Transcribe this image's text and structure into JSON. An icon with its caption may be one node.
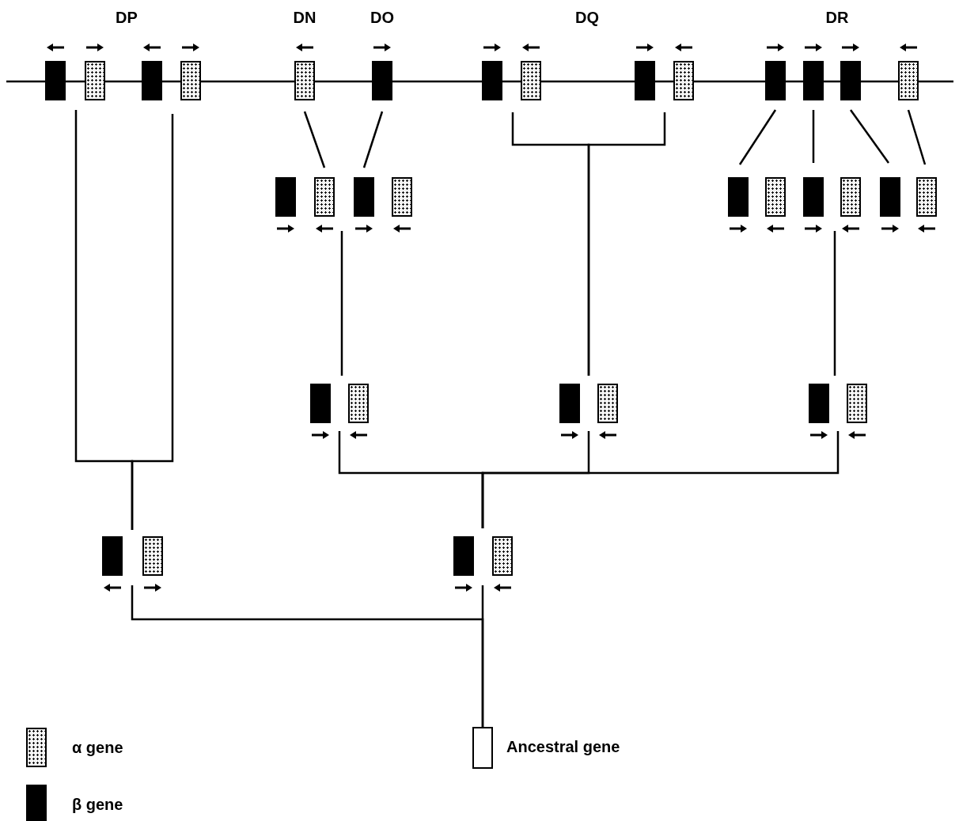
{
  "diagram": {
    "nodes": [
      {
        "text": [],
        "shape": "box"
      },
      {
        "text": [],
        "shape": "box"
      },
      {
        "text": [],
        "shape": "box"
      },
      {
        "text": [],
        "shape": "box"
      },
      {
        "text": [],
        "shape": "box"
      },
      {
        "text": [],
        "shape": "box"
      },
      {
        "text": [],
        "shape": "box"
      },
      {
        "text": [],
        "shape": "box"
      },
      {
        "text": [],
        "shape": "box"
      },
      {
        "text": [],
        "shape": "box"
      },
      {
        "text": [],
        "shape": "box"
      },
      {
        "text": [],
        "shape": "box"
      },
      {
        "text": [],
        "shape": "box"
      },
      {
        "text": [],
        "shape": "box"
      },
      {
        "text": [],
        "shape": "box"
      },
      {
        "text": [],
        "shape": "box"
      },
      {
        "text": [],
        "shape": "box"
      },
      {
        "text": [],
        "shape": "box"
      },
      {
        "text": [],
        "shape": "box"
      },
      {
        "text": [],
        "shape": "box"
      },
      {
        "text": [],
        "shape": "box"
      },
      {
        "text": [],
        "shape": "box"
      },
      {
        "text": [],
        "shape": "box"
      },
      {
        "text": [],
        "shape": "box"
      },
      {
        "text": [],
        "shape": "box"
      },
      {
        "text": [],
        "shape": "box"
      },
      {
        "text": [],
        "shape": "box"
      },
      {
        "text": [],
        "shape": "box"
      },
      {
        "text": [],
        "shape": "box"
      },
      {
        "text": [],
        "shape": "box"
      },
      {
        "text": [],
        "shape": "box"
      },
      {
        "text": [],
        "shape": "box"
      },
      {
        "text": [],
        "shape": "box"
      },
      {
        "text": [],
        "shape": "box"
      },
      {
        "text": [],
        "shape": "box",
        "beside": [
          "Ancestral gene"
        ]
      }
    ],
    "edges": [
      {
        "from": 0,
        "to": 30,
        "arrow": "none"
      },
      {
        "from": 2,
        "to": 30,
        "arrow": "none"
      },
      {
        "from": 4,
        "to": 15,
        "arrow": "none"
      },
      {
        "from": 5,
        "to": 16,
        "arrow": "none"
      },
      {
        "from": 6,
        "to": 26,
        "arrow": "none"
      },
      {
        "from": 8,
        "to": 26,
        "arrow": "none"
      },
      {
        "from": 10,
        "to": 18,
        "arrow": "none"
      },
      {
        "from": 11,
        "to": 20,
        "arrow": "none"
      },
      {
        "from": 12,
        "to": 22,
        "arrow": "none"
      },
      {
        "from": 13,
        "to": 23,
        "arrow": "none"
      },
      {
        "from": 15,
        "to": 25,
        "arrow": "none"
      },
      {
        "from": 21,
        "to": 28,
        "arrow": "none"
      },
      {
        "from": 24,
        "to": 32,
        "arrow": "none"
      },
      {
        "from": 26,
        "to": 32,
        "arrow": "none"
      },
      {
        "from": 28,
        "to": 32,
        "arrow": "none"
      },
      {
        "from": 30,
        "to": 34,
        "arrow": "none"
      },
      {
        "from": 32,
        "to": 34,
        "arrow": "none"
      }
    ],
    "labels": [
      "DP",
      "DN",
      "DO",
      "DQ",
      "DR"
    ],
    "legend": [
      {
        "text": "α gene"
      },
      {
        "text": "β gene",
        "color": "#000000"
      }
    ]
  }
}
